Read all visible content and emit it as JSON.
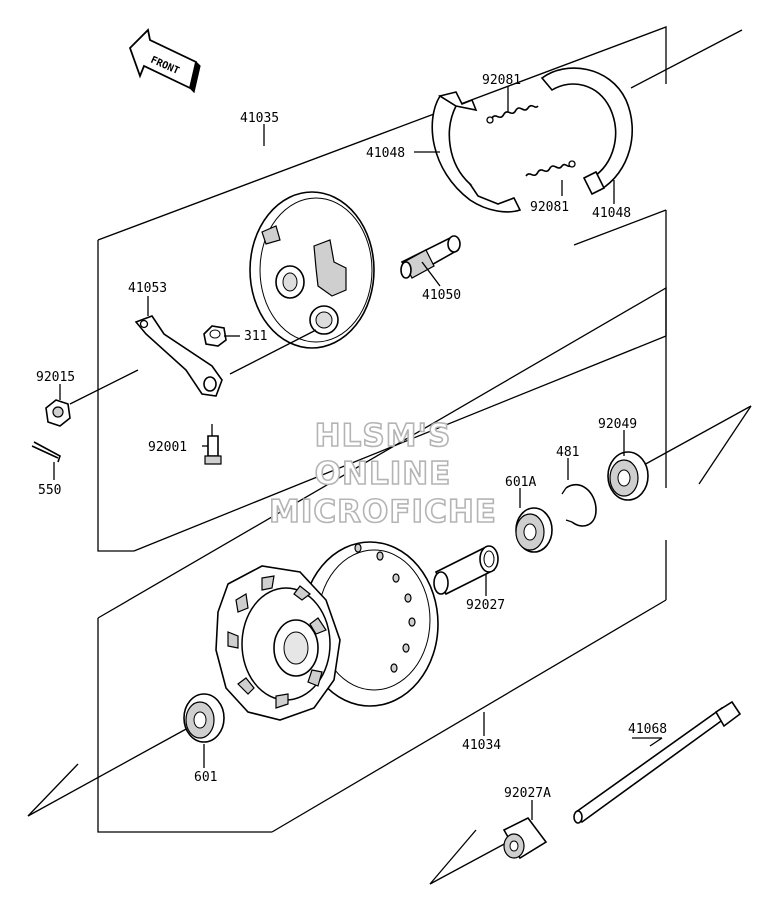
{
  "diagram": {
    "front_label": "FRONT",
    "watermark": [
      "HLSM'S",
      "ONLINE",
      "MICROFICHE"
    ],
    "parts": {
      "p41035": "41035",
      "p92081a": "92081",
      "p41048a": "41048",
      "p92081b": "92081",
      "p41048b": "41048",
      "p41053": "41053",
      "p41050": "41050",
      "p311": "311",
      "p92015": "92015",
      "p92001": "92001",
      "p550": "550",
      "p92049": "92049",
      "p481": "481",
      "p601A": "601A",
      "p92027": "92027",
      "p41034": "41034",
      "p601": "601",
      "p41068": "41068",
      "p92027A": "92027A"
    }
  }
}
